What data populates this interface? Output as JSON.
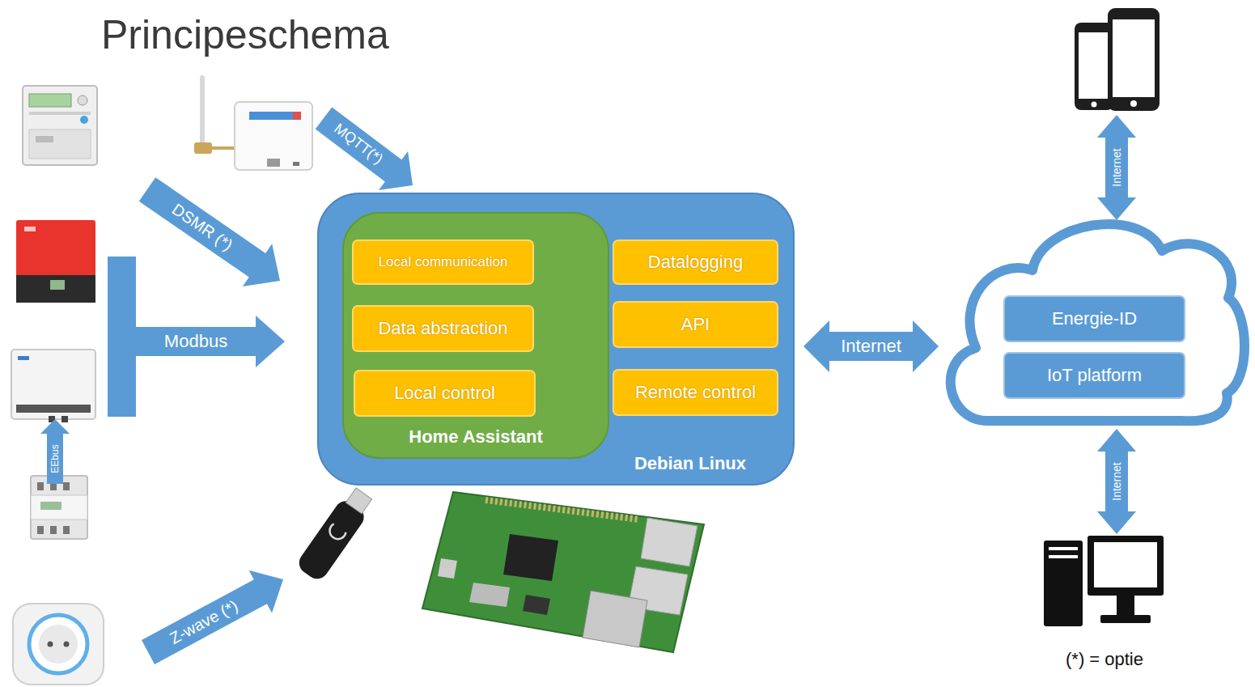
{
  "diagram": {
    "title": "Principeschema",
    "nodes": [
      {
        "text": [
          "Debian Linux"
        ]
      },
      {
        "text": [
          "Home Assistant"
        ],
        "in": 0
      },
      {
        "text": [
          "Local communication"
        ],
        "in": 1
      },
      {
        "text": [
          "Datalogging"
        ],
        "in": 0
      },
      {
        "text": [
          "Data abstraction"
        ],
        "in": 1
      },
      {
        "text": [
          "API"
        ],
        "in": 0
      },
      {
        "text": [
          "Local control"
        ],
        "in": 1
      },
      {
        "text": [
          "Remote control"
        ],
        "in": 0
      },
      {
        "text": [
          "Energie-ID"
        ]
      },
      {
        "text": [
          "IoT platform"
        ]
      }
    ],
    "labels": [
      "MQTT(*)",
      "DSMR (*)",
      "Modbus",
      "EEbus",
      "Z-wave (*)",
      "Internet",
      "Internet",
      "Internet",
      "(*) = optie"
    ]
  }
}
